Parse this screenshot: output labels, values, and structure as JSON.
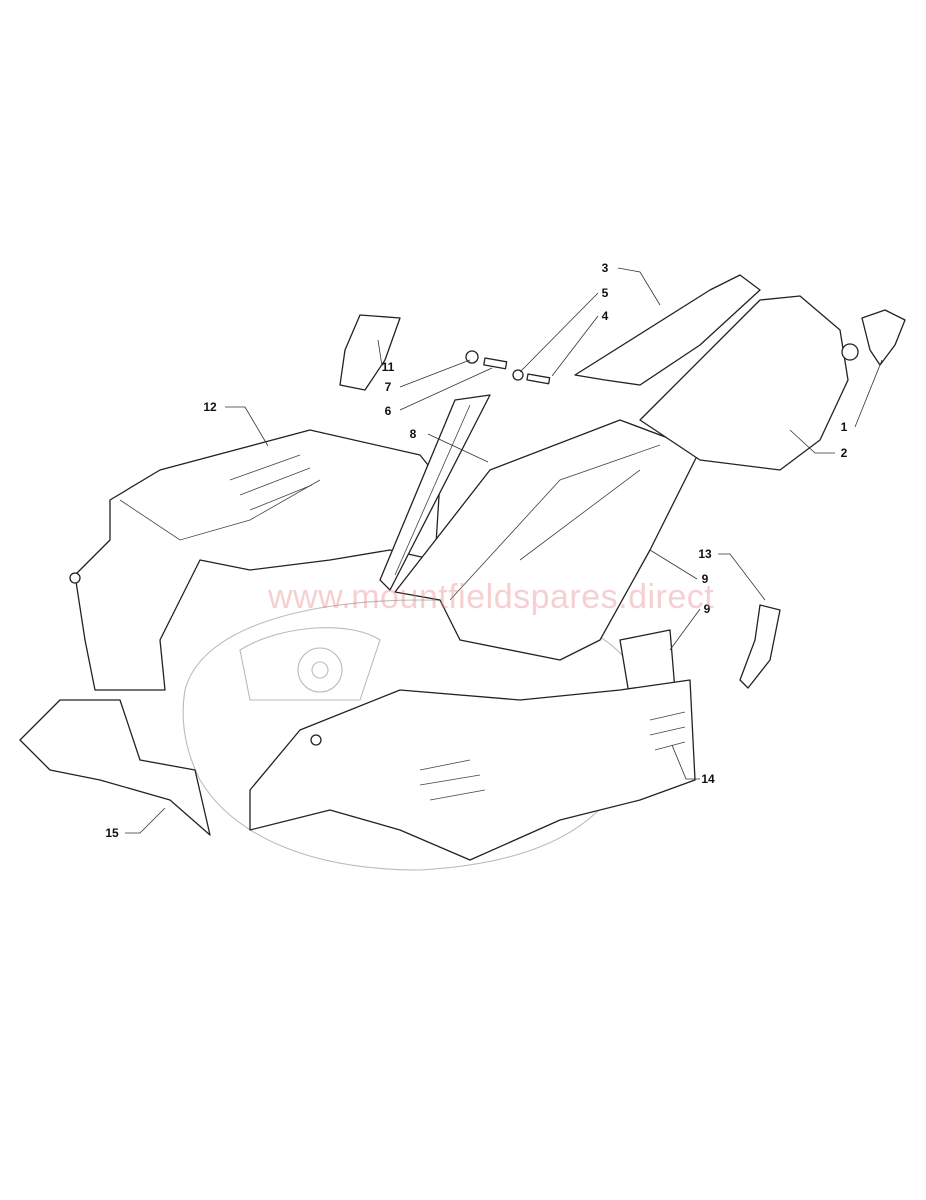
{
  "watermark": "www.mountfieldspares.direct",
  "callouts": [
    "3",
    "5",
    "4",
    "11",
    "7",
    "6",
    "12",
    "8",
    "1",
    "2",
    "9",
    "13",
    "9",
    "14",
    "15"
  ]
}
